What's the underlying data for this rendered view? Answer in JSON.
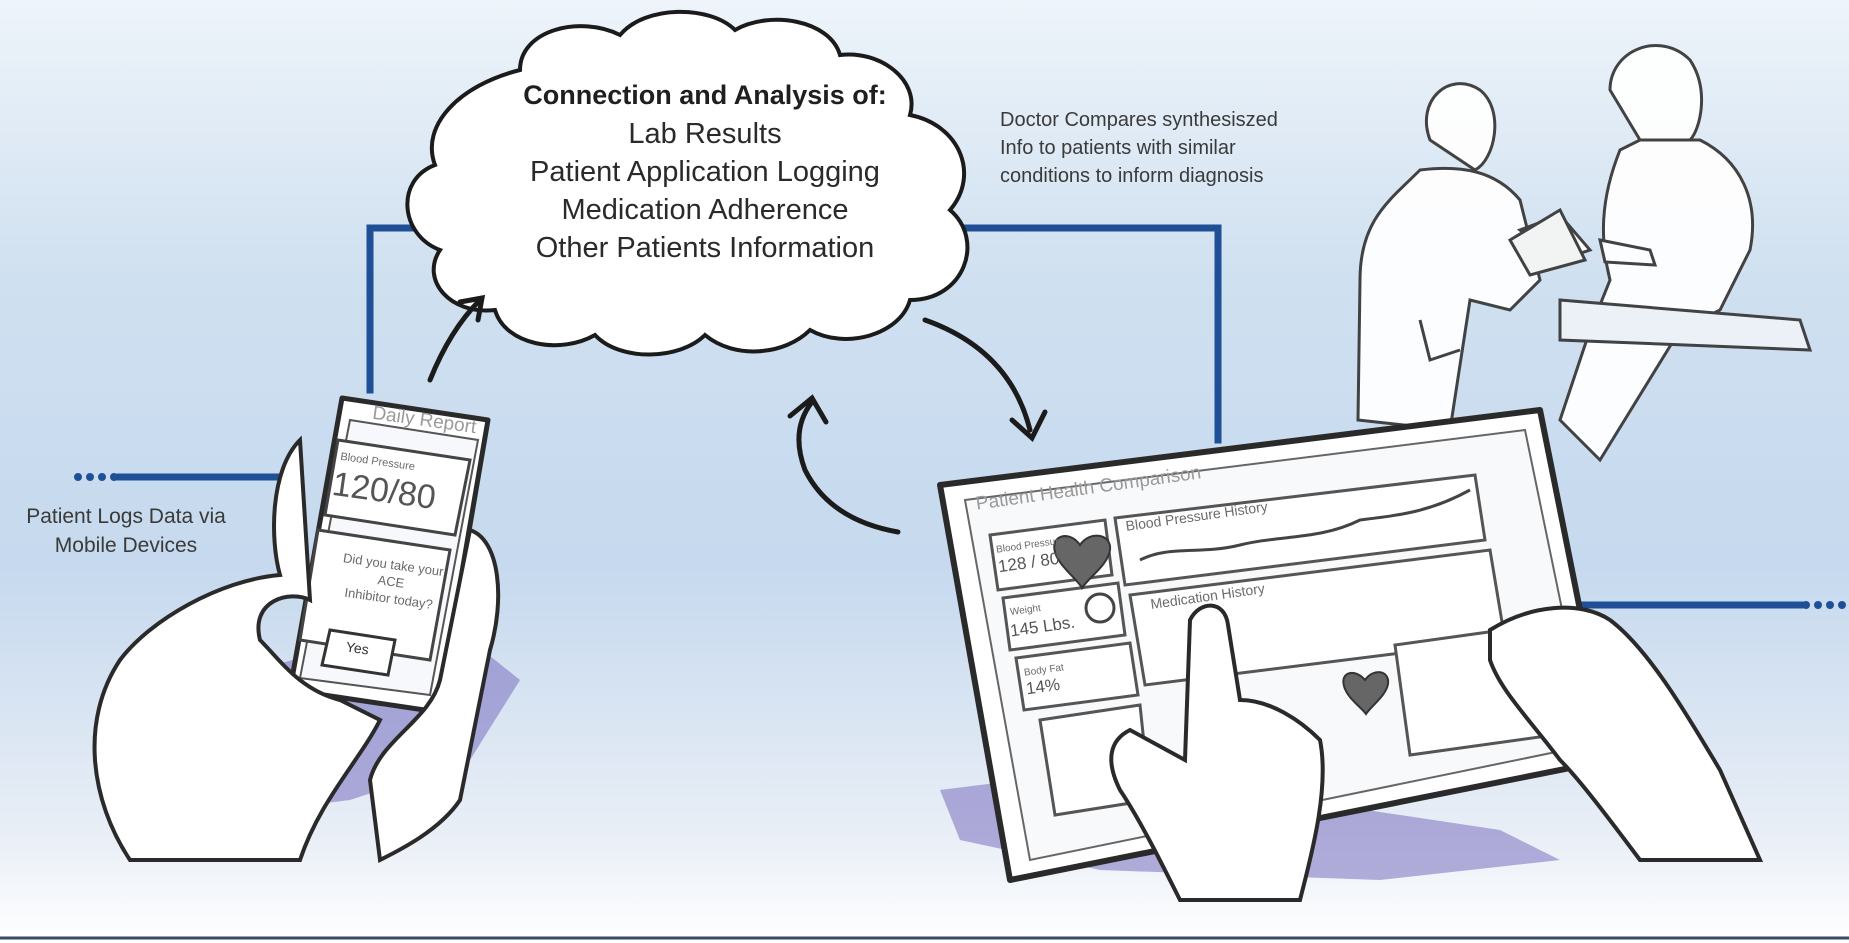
{
  "cloud": {
    "title": "Connection and Analysis of:",
    "items": [
      "Lab Results",
      "Patient Application Logging",
      "Medication Adherence",
      "Other Patients Information"
    ]
  },
  "doctor_caption": {
    "lines": [
      "Doctor Compares synthesiszed",
      "Info to patients with similar",
      "conditions to inform diagnosis"
    ]
  },
  "patient_caption": {
    "lines": [
      "Patient Logs Data via",
      "Mobile Devices"
    ]
  },
  "phone": {
    "title": "Daily Report",
    "bp_label": "Blood Pressure",
    "bp_value": "120/80",
    "question_lines": [
      "Did you take your ACE",
      "Inhibitor today?"
    ],
    "yes_button": "Yes"
  },
  "tablet": {
    "title": "Patient Health Comparison",
    "bp_label": "Blood Pressure",
    "bp_value": "128 / 80",
    "weight_label": "Weight",
    "weight_value": "145 Lbs.",
    "bodyfat_label": "Body Fat",
    "bodyfat_value": "14%",
    "bp_history_title": "Blood Pressure History",
    "med_history_title": "Medication History"
  },
  "colors": {
    "connector_blue": "#1f4f96",
    "shadow_purple": "#7a6fc0",
    "ink": "#2a2a2a"
  }
}
